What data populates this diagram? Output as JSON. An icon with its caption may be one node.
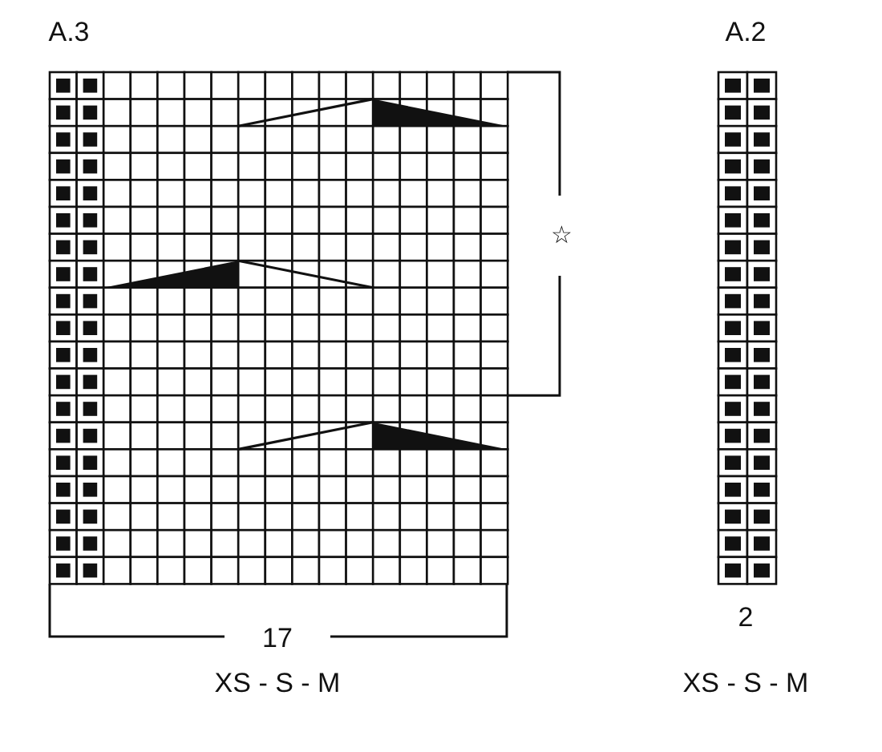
{
  "diagram": {
    "labels": [
      "A.3",
      "A.2",
      "☆",
      "17",
      "XS - S - M",
      "2",
      "XS - S - M"
    ]
  }
}
